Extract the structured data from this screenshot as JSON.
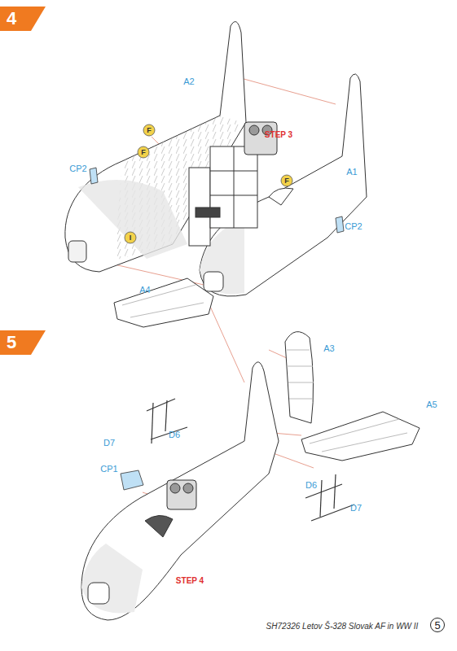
{
  "diagram": {
    "nodes": [
      {
        "text": [
          "4"
        ]
      },
      {
        "text": [
          "F"
        ]
      },
      {
        "text": [
          "F"
        ]
      },
      {
        "text": [
          "F"
        ]
      },
      {
        "text": [
          "I"
        ]
      },
      {
        "text": [
          "5"
        ]
      },
      {
        "text": [
          "5"
        ]
      }
    ],
    "edges": [],
    "labels": [
      "A2",
      "CP2",
      "STEP 3",
      "A1",
      "CP2",
      "A4",
      "A3",
      "D6",
      "D7",
      "A5",
      "CP1",
      "D6",
      "D7",
      "STEP 4",
      "SH72326 Letov Š-328 Slovak AF in WW II"
    ]
  }
}
